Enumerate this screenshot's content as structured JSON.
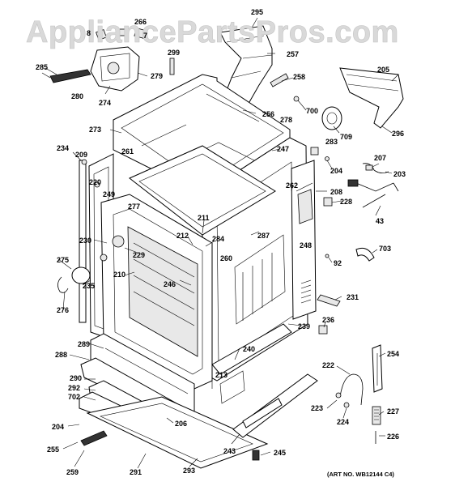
{
  "watermark": "AppliancePartsPros.com",
  "art_number": "(ART NO. WB12144 C4)",
  "callouts": [
    {
      "id": "295"
    },
    {
      "id": "266"
    },
    {
      "id": "8"
    },
    {
      "id": "7"
    },
    {
      "id": "257"
    },
    {
      "id": "299"
    },
    {
      "id": "285"
    },
    {
      "id": "279"
    },
    {
      "id": "280"
    },
    {
      "id": "274"
    },
    {
      "id": "258"
    },
    {
      "id": "205"
    },
    {
      "id": "700"
    },
    {
      "id": "256"
    },
    {
      "id": "278"
    },
    {
      "id": "709"
    },
    {
      "id": "296"
    },
    {
      "id": "273"
    },
    {
      "id": "261"
    },
    {
      "id": "247"
    },
    {
      "id": "283"
    },
    {
      "id": "234"
    },
    {
      "id": "209"
    },
    {
      "id": "204"
    },
    {
      "id": "207"
    },
    {
      "id": "203"
    },
    {
      "id": "220"
    },
    {
      "id": "262"
    },
    {
      "id": "208"
    },
    {
      "id": "249"
    },
    {
      "id": "277"
    },
    {
      "id": "228"
    },
    {
      "id": "211"
    },
    {
      "id": "43"
    },
    {
      "id": "212"
    },
    {
      "id": "284"
    },
    {
      "id": "287"
    },
    {
      "id": "230"
    },
    {
      "id": "248"
    },
    {
      "id": "703"
    },
    {
      "id": "229"
    },
    {
      "id": "260"
    },
    {
      "id": "275"
    },
    {
      "id": "92"
    },
    {
      "id": "210"
    },
    {
      "id": "246"
    },
    {
      "id": "235"
    },
    {
      "id": "231"
    },
    {
      "id": "276"
    },
    {
      "id": "236"
    },
    {
      "id": "239"
    },
    {
      "id": "289"
    },
    {
      "id": "240"
    },
    {
      "id": "254"
    },
    {
      "id": "288"
    },
    {
      "id": "222"
    },
    {
      "id": "213"
    },
    {
      "id": "290"
    },
    {
      "id": "292"
    },
    {
      "id": "702"
    },
    {
      "id": "223"
    },
    {
      "id": "227"
    },
    {
      "id": "224"
    },
    {
      "id": "206"
    },
    {
      "id": "204"
    },
    {
      "id": "226"
    },
    {
      "id": "255"
    },
    {
      "id": "243"
    },
    {
      "id": "245"
    },
    {
      "id": "259"
    },
    {
      "id": "291"
    },
    {
      "id": "293"
    }
  ]
}
